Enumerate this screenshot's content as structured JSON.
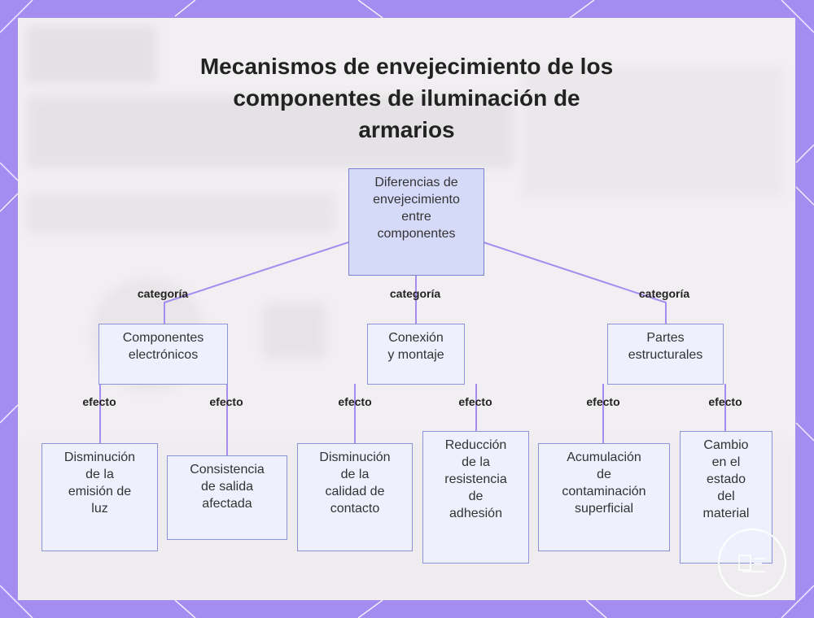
{
  "title_lines": [
    "Mecanismos de envejecimiento de los",
    "componentes de iluminación de",
    "armarios"
  ],
  "root": {
    "lines": [
      "Diferencias de",
      "envejecimiento",
      "entre",
      "componentes"
    ]
  },
  "categories": [
    {
      "edge_label": "categoría",
      "lines": [
        "Componentes",
        "electrónicos"
      ]
    },
    {
      "edge_label": "categoría",
      "lines": [
        "Conexión",
        "y montaje"
      ]
    },
    {
      "edge_label": "categoría",
      "lines": [
        "Partes",
        "estructurales"
      ]
    }
  ],
  "effects": [
    {
      "edge_label": "efecto",
      "lines": [
        "Disminución",
        "de la",
        "emisión de",
        "luz"
      ]
    },
    {
      "edge_label": "efecto",
      "lines": [
        "Consistencia",
        "de salida",
        "afectada"
      ]
    },
    {
      "edge_label": "efecto",
      "lines": [
        "Disminución",
        "de la",
        "calidad de",
        "contacto"
      ]
    },
    {
      "edge_label": "efecto",
      "lines": [
        "Reducción",
        "de la",
        "resistencia",
        "de",
        "adhesión"
      ]
    },
    {
      "edge_label": "efecto",
      "lines": [
        "Acumulación",
        "de",
        "contaminación",
        "superficial"
      ]
    },
    {
      "edge_label": "efecto",
      "lines": [
        "Cambio",
        "en el",
        "estado",
        "del",
        "material"
      ]
    }
  ],
  "colors": {
    "frame": "#a48cf0",
    "edge": "#a48cf0",
    "node_fill": "#eef0fd",
    "root_fill": "#d6daf9",
    "node_border": "#8c93d8"
  }
}
